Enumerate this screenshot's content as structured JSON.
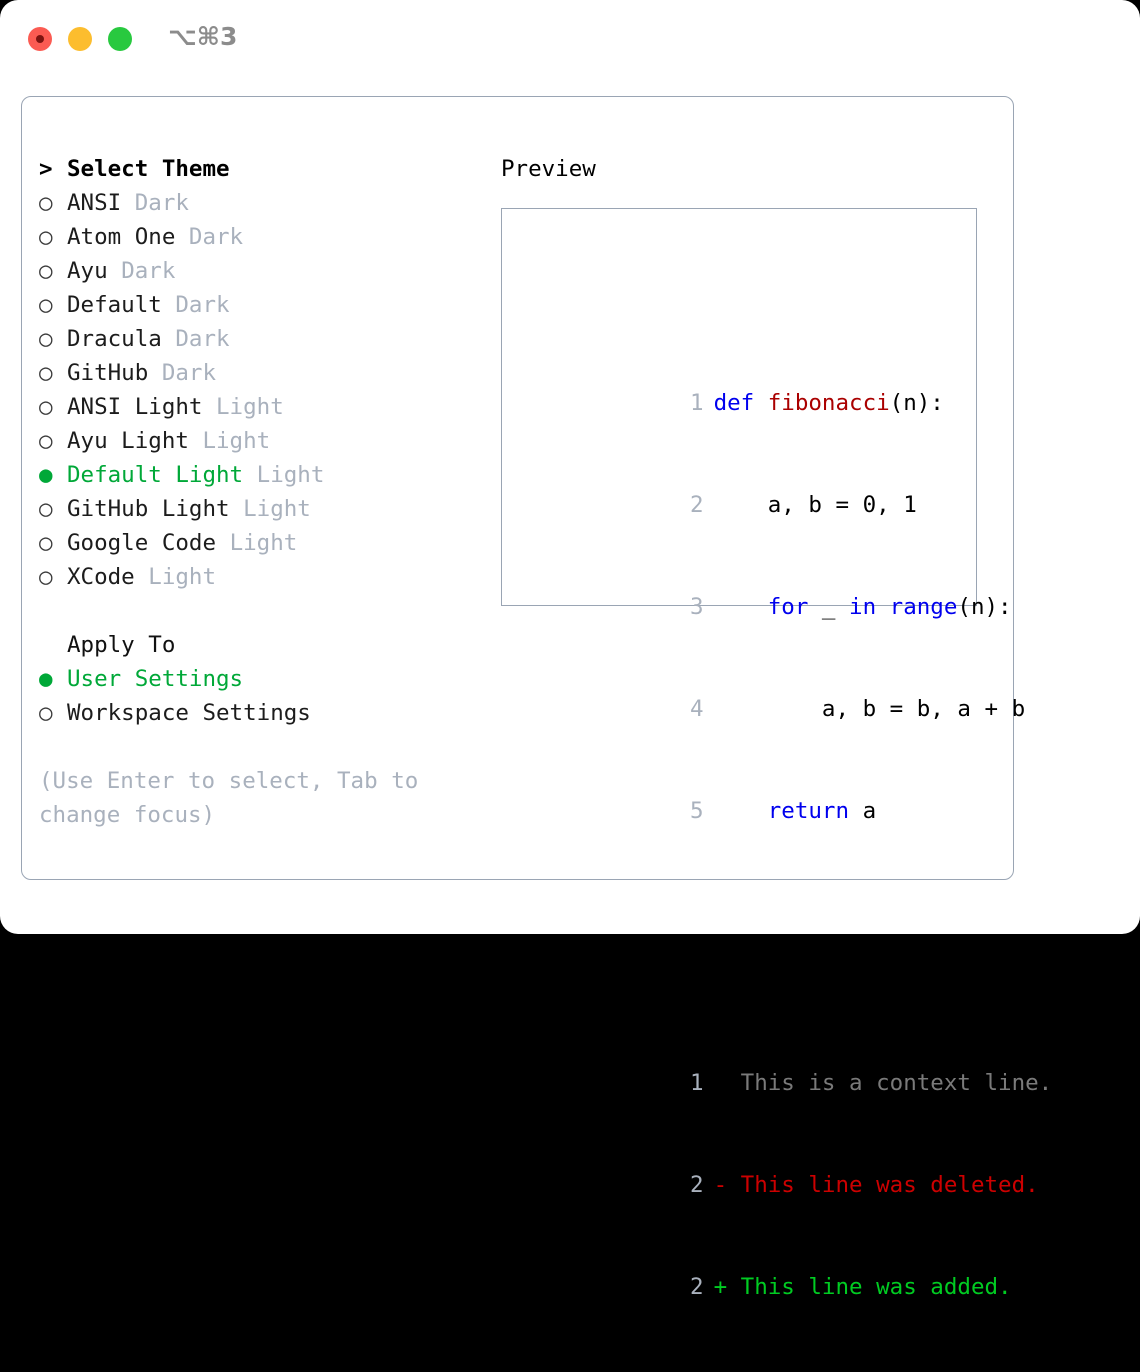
{
  "titlebar": {
    "shortcut": "⌥⌘3",
    "buttons": [
      "close",
      "minimize",
      "maximize"
    ]
  },
  "theme_picker": {
    "header": "Select Theme",
    "header_marker": ">",
    "bullet_unselected": "○",
    "bullet_selected": "●",
    "items": [
      {
        "name": "ANSI",
        "category": "Dark",
        "selected": false
      },
      {
        "name": "Atom One",
        "category": "Dark",
        "selected": false
      },
      {
        "name": "Ayu",
        "category": "Dark",
        "selected": false
      },
      {
        "name": "Default",
        "category": "Dark",
        "selected": false
      },
      {
        "name": "Dracula",
        "category": "Dark",
        "selected": false
      },
      {
        "name": "GitHub",
        "category": "Dark",
        "selected": false
      },
      {
        "name": "ANSI Light",
        "category": "Light",
        "selected": false
      },
      {
        "name": "Ayu Light",
        "category": "Light",
        "selected": false
      },
      {
        "name": "Default Light",
        "category": "Light",
        "selected": true
      },
      {
        "name": "GitHub Light",
        "category": "Light",
        "selected": false
      },
      {
        "name": "Google Code",
        "category": "Light",
        "selected": false
      },
      {
        "name": "XCode",
        "category": "Light",
        "selected": false
      }
    ]
  },
  "apply_to": {
    "header": "Apply To",
    "options": [
      {
        "label": "User Settings",
        "selected": true
      },
      {
        "label": "Workspace Settings",
        "selected": false
      }
    ]
  },
  "hint": {
    "line1": "(Use Enter to select, Tab to",
    "line2": "change focus)"
  },
  "preview": {
    "title": "Preview",
    "code_lines": [
      {
        "num": "1",
        "tokens": [
          {
            "t": "def ",
            "c": "kw"
          },
          {
            "t": "fibonacci",
            "c": "fn"
          },
          {
            "t": "(n):",
            "c": "plain"
          }
        ]
      },
      {
        "num": "2",
        "tokens": [
          {
            "t": "    a, b = 0, 1",
            "c": "plain"
          }
        ]
      },
      {
        "num": "3",
        "tokens": [
          {
            "t": "    ",
            "c": "plain"
          },
          {
            "t": "for",
            "c": "kw"
          },
          {
            "t": " _ ",
            "c": "plain"
          },
          {
            "t": "in",
            "c": "kw"
          },
          {
            "t": " ",
            "c": "plain"
          },
          {
            "t": "range",
            "c": "kw"
          },
          {
            "t": "(n):",
            "c": "plain"
          }
        ]
      },
      {
        "num": "4",
        "tokens": [
          {
            "t": "        a, b = b, a + b",
            "c": "plain"
          }
        ]
      },
      {
        "num": "5",
        "tokens": [
          {
            "t": "    ",
            "c": "plain"
          },
          {
            "t": "return",
            "c": "kw"
          },
          {
            "t": " a",
            "c": "plain"
          }
        ]
      }
    ],
    "diff_lines": [
      {
        "num": "1",
        "prefix": " ",
        "text": " This is a context line.",
        "c": "ctx"
      },
      {
        "num": "2",
        "prefix": "-",
        "text": " This line was deleted.",
        "c": "del"
      },
      {
        "num": "2",
        "prefix": "+",
        "text": " This line was added.",
        "c": "add"
      }
    ]
  },
  "colors": {
    "accent_green": "#00a838",
    "muted": "#a9b1bd",
    "border": "#9aa5b4",
    "keyword_blue": "#0000ee",
    "function_red": "#aa0000",
    "diff_delete": "#cc0000",
    "diff_add": "#00cc22"
  }
}
